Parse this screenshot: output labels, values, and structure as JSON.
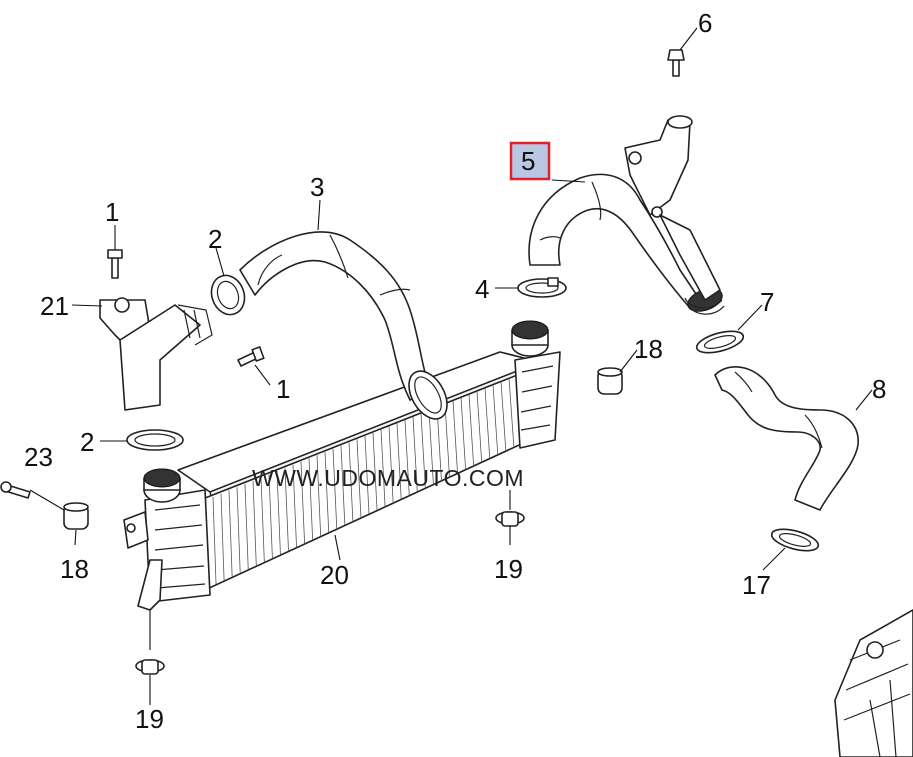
{
  "watermark": "WWW.UDOMAUTO.COM",
  "highlight_color": "#e0202a",
  "highlight_fill": "#b9c7e4",
  "callouts": {
    "c1a": "1",
    "c1b": "1",
    "c2a": "2",
    "c2b": "2",
    "c3": "3",
    "c4": "4",
    "c5": "5",
    "c6": "6",
    "c7": "7",
    "c8": "8",
    "c17": "17",
    "c18a": "18",
    "c18b": "18",
    "c19a": "19",
    "c19b": "19",
    "c20": "20",
    "c21": "21",
    "c23": "23"
  }
}
